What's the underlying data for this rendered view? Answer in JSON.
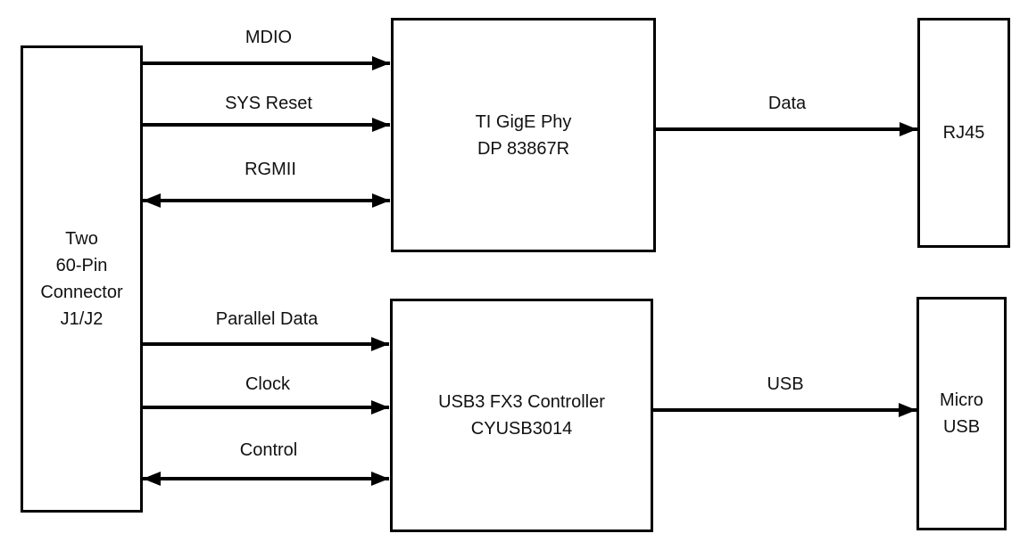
{
  "diagram": {
    "type": "block-diagram",
    "colors": {
      "line": "#000000",
      "background": "#ffffff",
      "text": "#111111"
    },
    "nodes": {
      "connector": {
        "lines": [
          "Two",
          "60-Pin",
          "Connector",
          "J1/J2"
        ]
      },
      "phy": {
        "lines": [
          "TI GigE Phy",
          "DP 83867R"
        ]
      },
      "rj45": {
        "lines": [
          "RJ45"
        ]
      },
      "fx3": {
        "lines": [
          "USB3 FX3 Controller",
          "CYUSB3014"
        ]
      },
      "microusb": {
        "lines": [
          "Micro",
          "USB"
        ]
      }
    },
    "edges": [
      {
        "label": "MDIO",
        "from": "connector",
        "to": "phy",
        "direction": "right"
      },
      {
        "label": "SYS Reset",
        "from": "connector",
        "to": "phy",
        "direction": "right"
      },
      {
        "label": "RGMII",
        "from": "connector",
        "to": "phy",
        "direction": "bidirectional"
      },
      {
        "label": "Data",
        "from": "phy",
        "to": "rj45",
        "direction": "right"
      },
      {
        "label": "Parallel Data",
        "from": "connector",
        "to": "fx3",
        "direction": "right"
      },
      {
        "label": "Clock",
        "from": "connector",
        "to": "fx3",
        "direction": "right"
      },
      {
        "label": "Control",
        "from": "connector",
        "to": "fx3",
        "direction": "bidirectional"
      },
      {
        "label": "USB",
        "from": "fx3",
        "to": "microusb",
        "direction": "right"
      }
    ]
  }
}
